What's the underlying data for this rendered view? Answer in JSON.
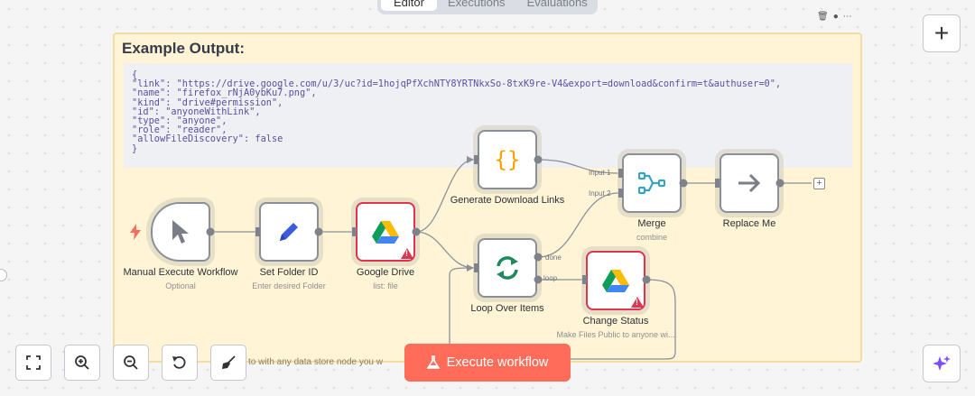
{
  "tabs": [
    "Editor",
    "Executions",
    "Evaluations"
  ],
  "sticky": {
    "title": "Example Output:",
    "code": "{\n\"link\": \"https://drive.google.com/u/3/uc?id=1hojqPfXchNTY8YRTNkxSo-8txK9re-V4&export=download&confirm=t&authuser=0\",\n\"name\": \"firefox_rNjA0ybKu7.png\",\n\"kind\": \"drive#permission\",\n\"id\": \"anyoneWithLink\",\n\"type\": \"anyone\",\n\"role\": \"reader\",\n\"allowFileDiscovery\": false\n}",
    "tail_text": "to with any data store node you w"
  },
  "nodes": {
    "manual": {
      "label": "Manual Execute Workflow",
      "sub": "Optional"
    },
    "set_folder": {
      "label": "Set Folder ID",
      "sub": "Enter desired Folder"
    },
    "google_drive": {
      "label": "Google Drive",
      "sub": "list: file"
    },
    "generate": {
      "label": "Generate Download Links",
      "sub": ""
    },
    "loop": {
      "label": "Loop Over Items",
      "sub": ""
    },
    "change_status": {
      "label": "Change Status",
      "sub": "Make Files Public to anyone wi..."
    },
    "merge": {
      "label": "Merge",
      "sub": "combine"
    },
    "replace": {
      "label": "Replace Me",
      "sub": ""
    }
  },
  "ports": {
    "input1": "Input 1",
    "input2": "Input 2",
    "done": "done",
    "loop": "loop"
  },
  "execute_button": "Execute workflow",
  "plus_button": "+",
  "colors": {
    "accent": "#ff6d5a",
    "error": "#e0344e",
    "sticky": "#fff4d6",
    "code_text": "#5c4fa0"
  }
}
